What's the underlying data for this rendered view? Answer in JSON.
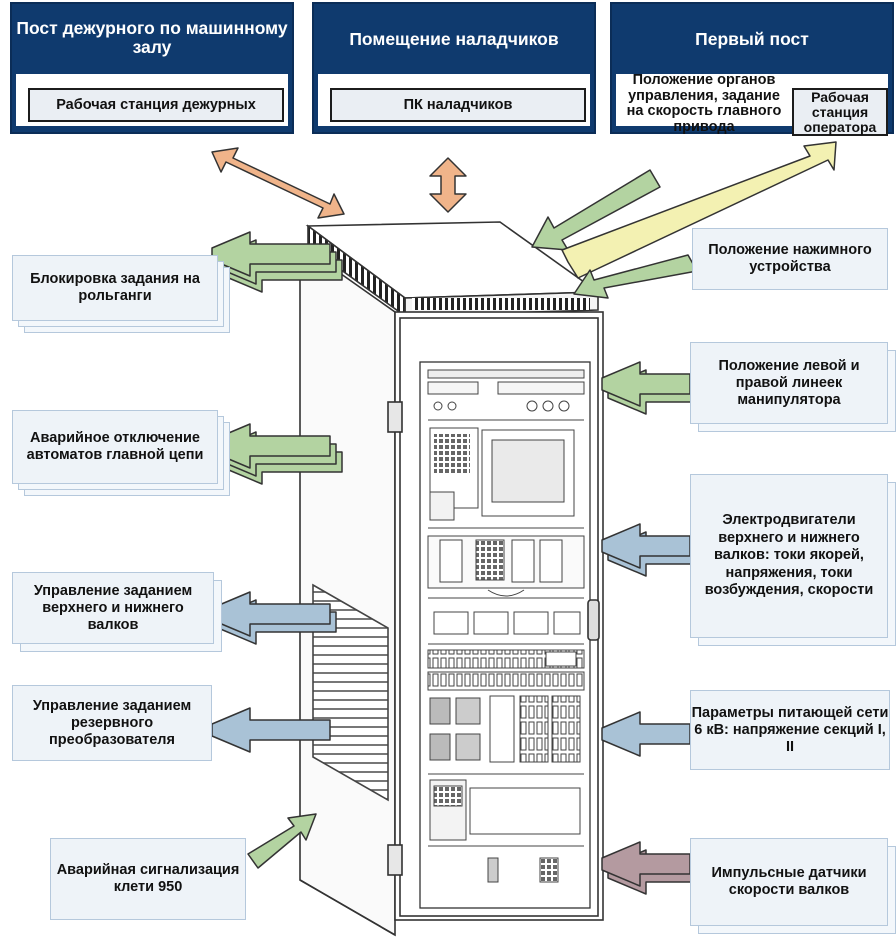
{
  "stations": {
    "duty_post": {
      "title": "Пост дежурного по машинному залу",
      "box": "Рабочая станция дежурных"
    },
    "adjusters_room": {
      "title": "Помещение наладчиков",
      "box": "ПК наладчиков"
    },
    "first_post": {
      "title": "Первый пост",
      "left_text": "Положение органов управления, задание на скорость главного привода",
      "box": "Рабочая станция оператора"
    }
  },
  "left_labels": {
    "l1": "Блокировка задания на рольганги",
    "l2": "Аварийное отключение автоматов главной цепи",
    "l3": "Управление заданием верхнего и нижнего валков",
    "l4": "Управление заданием резервного преобразователя",
    "l5": "Аварийная сигнализация клети 950"
  },
  "right_labels": {
    "r1": "Положение нажимного устройства",
    "r2": "Положение левой и правой линеек манипулятора",
    "r3": "Электродвигатели верхнего и нижнего валков: токи якорей, напряжения, токи возбуждения, скорости",
    "r4": "Параметры питающей сети 6 кВ: напряжение секций I, II",
    "r5": "Импульсные датчики скорости валков"
  },
  "colors": {
    "station_blue": "#0f3a6e",
    "arrow_green": "#b3d3a1",
    "arrow_orange": "#f0b48a",
    "arrow_blue": "#a9c2d6",
    "arrow_yellow": "#f3f1b2",
    "arrow_mauve": "#b49aa0",
    "label_bg": "#eef3f8"
  }
}
